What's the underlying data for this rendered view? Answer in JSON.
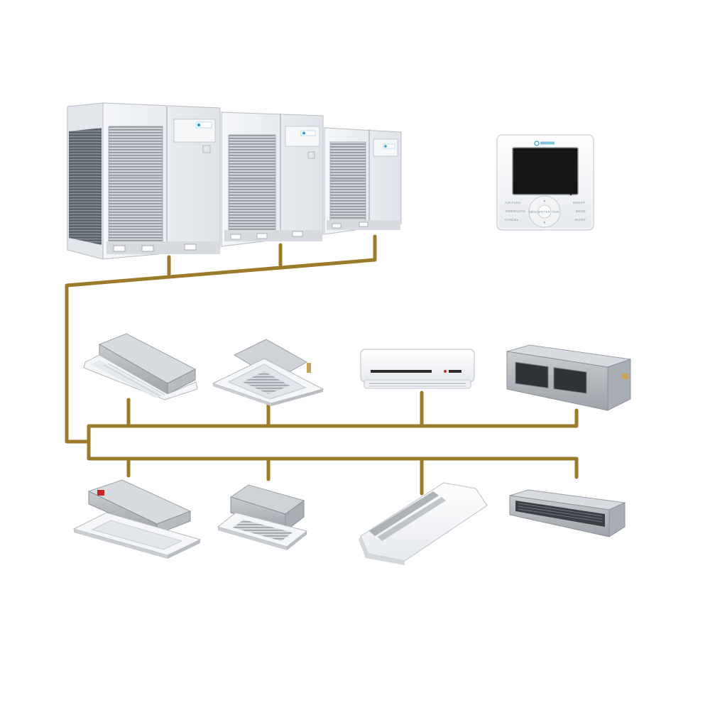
{
  "system": {
    "pipe_color": "#9c7a2a",
    "background": "#ffffff"
  },
  "outdoor_unit": {
    "modules": 3,
    "icon": "vrf-outdoor-unit"
  },
  "controller": {
    "icon": "wired-controller",
    "buttons": {
      "left_top": "AIR-FUNC",
      "left_mid": "TIMER/LOCK",
      "left_bot": "CANCEL",
      "center": "ENTER",
      "center_left": "MENU",
      "center_right": "FAN",
      "right_top": "ON/OFF",
      "right_mid": "MODE",
      "right_bot": "SLEEP"
    }
  },
  "indoor_units_row1": [
    {
      "icon": "one-way-cassette-icon"
    },
    {
      "icon": "four-way-cassette-icon"
    },
    {
      "icon": "wall-mounted-unit-icon"
    },
    {
      "icon": "high-static-duct-icon"
    }
  ],
  "indoor_units_row2": [
    {
      "icon": "compact-cassette-icon"
    },
    {
      "icon": "mini-cassette-icon"
    },
    {
      "icon": "ceiling-floor-unit-icon"
    },
    {
      "icon": "slim-duct-icon"
    }
  ]
}
